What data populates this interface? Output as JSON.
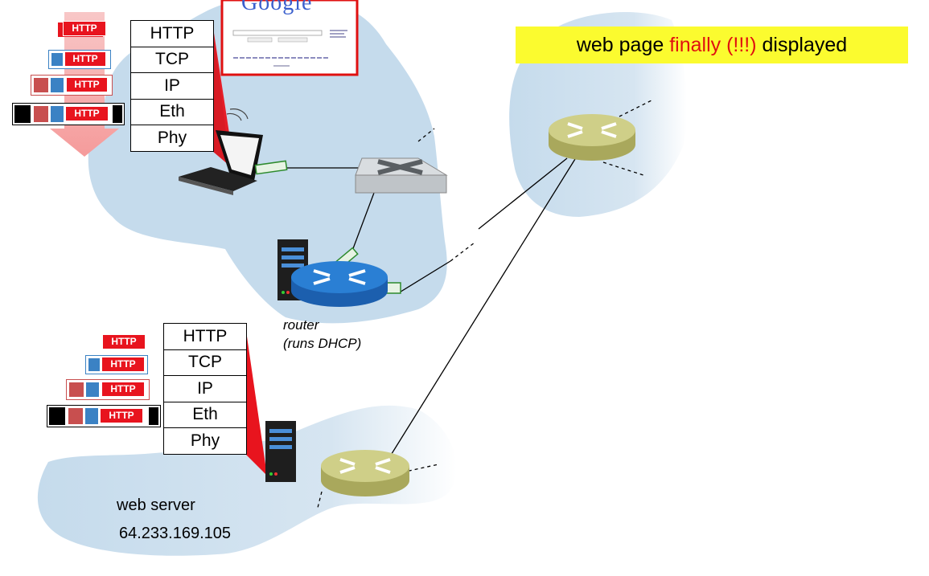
{
  "banner": {
    "prefix": "web page ",
    "highlight": "finally (!!!)",
    "suffix": " displayed"
  },
  "client_stack": {
    "layers": [
      "HTTP",
      "TCP",
      "IP",
      "Eth",
      "Phy"
    ]
  },
  "server_stack": {
    "layers": [
      "HTTP",
      "TCP",
      "IP",
      "Eth",
      "Phy"
    ]
  },
  "packet_label": "HTTP",
  "router_label": {
    "line1": "router",
    "line2": "(runs DHCP)"
  },
  "server_label": {
    "name": "web server",
    "ip": "64.233.169.105"
  },
  "browser": {
    "logo": "Google"
  },
  "colors": {
    "cloud": "#c5dbec",
    "http": "#e8141e",
    "tcp": "#3b82c4",
    "ip": "#c84f4f",
    "eth": "#000000",
    "banner": "#fbfb2f",
    "router_blue": "#2a7fd4",
    "router_yellow": "#cfcf88"
  }
}
